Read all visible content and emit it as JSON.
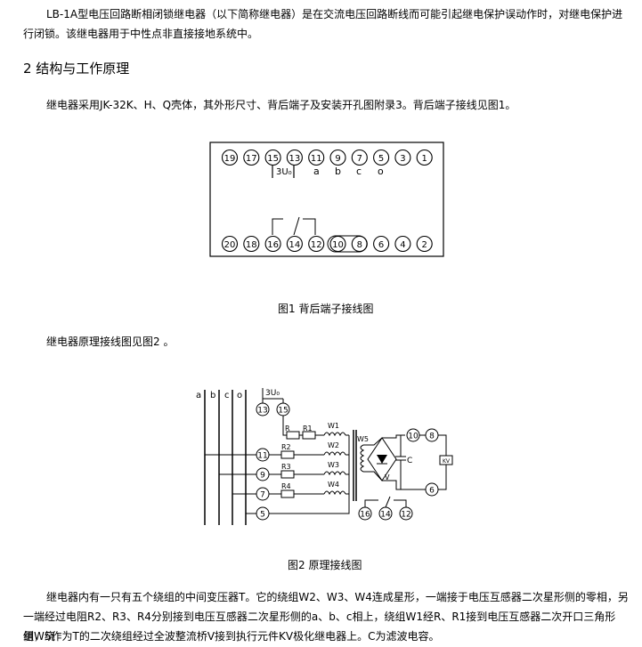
{
  "intro": {
    "line1": "LB-1A型电压回路断相闭锁继电器（以下简称继电器）是在交流电压回路断线而可能引起继电保护误动作时，对继电保护进",
    "line2": "行闭锁。该继电器用于中性点非直接接地系统中。"
  },
  "section": {
    "heading": "2  结构与工作原理"
  },
  "para_case": "继电器采用JK-32K、H、Q壳体，其外形尺寸、背后端子及安装开孔图附录3。背后端子接线见图1。",
  "fig1": {
    "caption": "图1  背后端子接线图",
    "top_terminals": [
      "19",
      "17",
      "15",
      "13",
      "11",
      "9",
      "7",
      "5",
      "3",
      "1"
    ],
    "bottom_terminals": [
      "20",
      "18",
      "16",
      "14",
      "12",
      "10",
      "8",
      "6",
      "4",
      "2"
    ],
    "top_labels": {
      "uo": "3U₀",
      "a": "a",
      "b": "b",
      "c": "c",
      "o": "o"
    }
  },
  "para_fig2_ref": "继电器原理接线图见图2 。",
  "fig2": {
    "caption": "图2  原理接线图",
    "bus_labels": [
      "a",
      "b",
      "c",
      "o"
    ],
    "uo_label": "3U₀",
    "terminals": {
      "t13": "13",
      "t15": "15",
      "t11": "11",
      "t9": "9",
      "t7": "7",
      "t5": "5",
      "t10": "10",
      "t8": "8",
      "t6": "6",
      "t16": "16",
      "t14": "14",
      "t12": "12"
    },
    "resistors": {
      "r": "R",
      "r1": "R1",
      "r2": "R2",
      "r3": "R3",
      "r4": "R4"
    },
    "windings": {
      "w1": "W1",
      "w2": "W2",
      "w3": "W3",
      "w4": "W4",
      "w5": "W5"
    },
    "misc": {
      "v": "V",
      "c": "C",
      "relay": "KV"
    }
  },
  "body": {
    "line1": "继电器内有一只有五个绕组的中间变压器T。它的绕组W2、W3、W4连成星形，一端接于电压互感器二次星形侧的零相，另",
    "line2": "一端经过电阻R2、R3、R4分别接到电压互感器二次星形侧的a、b、c相上，绕组W1经R、R1接到电压互感器二次开口三角形侧，绕",
    "line3": "组W5作为T的二次绕组经过全波整流桥V接到执行元件KV极化继电器上。C为滤波电容。"
  }
}
